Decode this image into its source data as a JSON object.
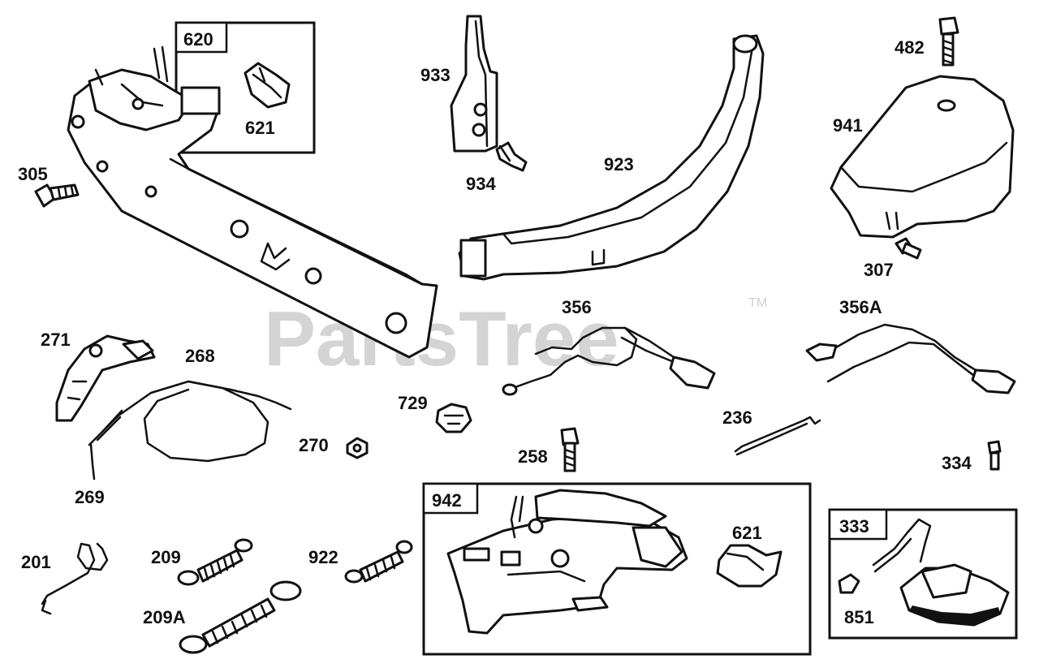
{
  "watermark": {
    "text": "PartsTree",
    "trademark": "TM"
  },
  "boxes": {
    "b620": "620",
    "b942": "942",
    "b333": "333"
  },
  "labels": {
    "p621a": "621",
    "p933": "933",
    "p934": "934",
    "p923": "923",
    "p482": "482",
    "p941": "941",
    "p307": "307",
    "p305": "305",
    "p356": "356",
    "p356A": "356A",
    "p271": "271",
    "p268": "268",
    "p729": "729",
    "p270": "270",
    "p269": "269",
    "p236": "236",
    "p258": "258",
    "p334": "334",
    "p621b": "621",
    "p201": "201",
    "p209": "209",
    "p922": "922",
    "p209A": "209A",
    "p851": "851"
  }
}
